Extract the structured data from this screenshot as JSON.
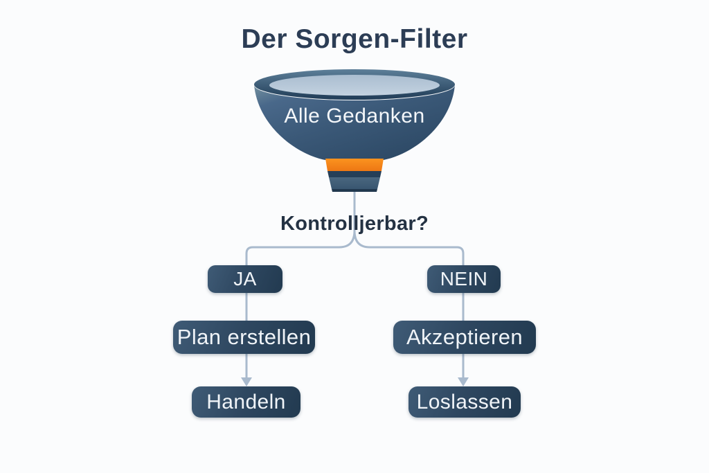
{
  "diagram": {
    "title": "Der Sorgen-Filter",
    "funnel": {
      "label": "Alle Gedanken"
    },
    "question": "Kontrolljerbar?",
    "branches": {
      "yes": {
        "decision": "JA",
        "step1": "Plan erstellen",
        "step2": "Handeln"
      },
      "no": {
        "decision": "NEIN",
        "step1": "Akzeptieren",
        "step2": "Loslassen"
      }
    },
    "colors": {
      "background": "#fbfcfd",
      "title_text": "#2c3d55",
      "question_text": "#243243",
      "box_text": "#f0f4f8",
      "box_fill_start": "#3f5b76",
      "box_fill_mid": "#2e4760",
      "box_fill_end": "#223a50",
      "connector": "#a9bacd",
      "accent_orange": "#f5831f",
      "funnel_liquid": "#b9cadb"
    }
  }
}
